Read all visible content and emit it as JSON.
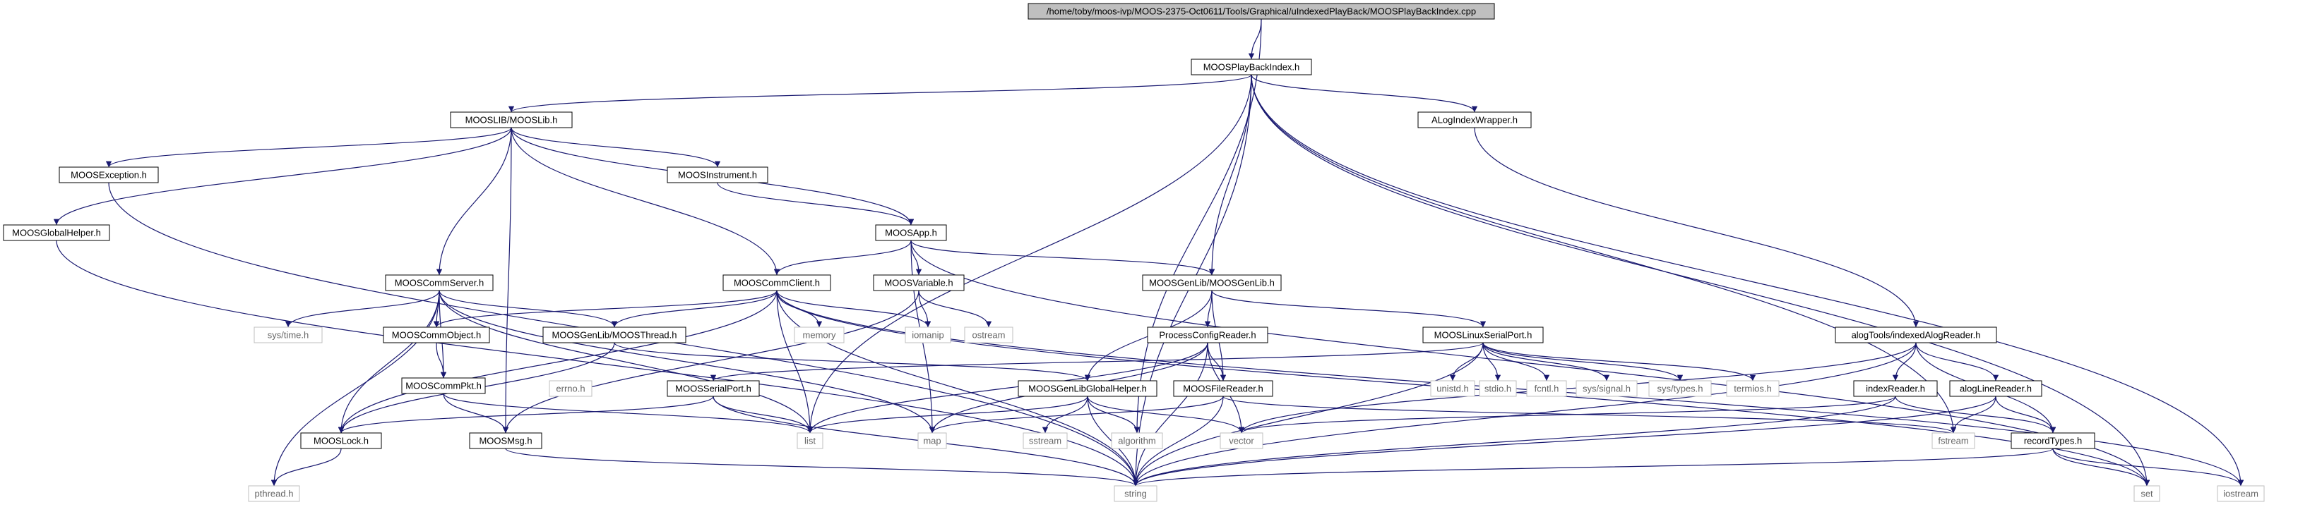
{
  "nodes": [
    {
      "id": "root",
      "label": "/home/toby/moos-ivp/MOOS-2375-Oct0611/Tools/Graphical/uIndexedPlayBack/MOOSPlayBackIndex.cpp",
      "style": "root"
    },
    {
      "id": "n1",
      "label": "MOOSPlayBackIndex.h",
      "style": "boxed"
    },
    {
      "id": "n2",
      "label": "MOOSLIB/MOOSLib.h",
      "style": "boxed"
    },
    {
      "id": "n3",
      "label": "ALogIndexWrapper.h",
      "style": "boxed"
    },
    {
      "id": "n4",
      "label": "MOOSException.h",
      "style": "boxed"
    },
    {
      "id": "n5",
      "label": "MOOSInstrument.h",
      "style": "boxed"
    },
    {
      "id": "n6",
      "label": "MOOSGlobalHelper.h",
      "style": "boxed"
    },
    {
      "id": "n7",
      "label": "MOOSApp.h",
      "style": "boxed"
    },
    {
      "id": "n8",
      "label": "MOOSCommServer.h",
      "style": "boxed"
    },
    {
      "id": "n9",
      "label": "MOOSCommClient.h",
      "style": "boxed"
    },
    {
      "id": "n10",
      "label": "MOOSVariable.h",
      "style": "boxed"
    },
    {
      "id": "n11",
      "label": "MOOSGenLib/MOOSGenLib.h",
      "style": "boxed"
    },
    {
      "id": "n12",
      "label": "sys/time.h",
      "style": "system"
    },
    {
      "id": "n13",
      "label": "MOOSCommObject.h",
      "style": "boxed"
    },
    {
      "id": "n14",
      "label": "MOOSGenLib/MOOSThread.h",
      "style": "boxed"
    },
    {
      "id": "n15",
      "label": "memory",
      "style": "system"
    },
    {
      "id": "n16",
      "label": "iomanip",
      "style": "system"
    },
    {
      "id": "n17",
      "label": "ostream",
      "style": "system"
    },
    {
      "id": "n18",
      "label": "ProcessConfigReader.h",
      "style": "boxed"
    },
    {
      "id": "n19",
      "label": "MOOSLinuxSerialPort.h",
      "style": "boxed"
    },
    {
      "id": "n20",
      "label": "alogTools/indexedAlogReader.h",
      "style": "boxed"
    },
    {
      "id": "n21",
      "label": "MOOSCommPkt.h",
      "style": "boxed"
    },
    {
      "id": "n22",
      "label": "errno.h",
      "style": "system"
    },
    {
      "id": "n23",
      "label": "MOOSSerialPort.h",
      "style": "boxed"
    },
    {
      "id": "n24",
      "label": "MOOSGenLibGlobalHelper.h",
      "style": "boxed"
    },
    {
      "id": "n25",
      "label": "MOOSFileReader.h",
      "style": "boxed"
    },
    {
      "id": "n26",
      "label": "unistd.h",
      "style": "system"
    },
    {
      "id": "n27",
      "label": "stdio.h",
      "style": "system"
    },
    {
      "id": "n28",
      "label": "fcntl.h",
      "style": "system"
    },
    {
      "id": "n29",
      "label": "sys/signal.h",
      "style": "system"
    },
    {
      "id": "n30",
      "label": "sys/types.h",
      "style": "system"
    },
    {
      "id": "n31",
      "label": "termios.h",
      "style": "system"
    },
    {
      "id": "n32",
      "label": "indexReader.h",
      "style": "boxed"
    },
    {
      "id": "n33",
      "label": "alogLineReader.h",
      "style": "boxed"
    },
    {
      "id": "n34",
      "label": "MOOSLock.h",
      "style": "boxed"
    },
    {
      "id": "n35",
      "label": "MOOSMsg.h",
      "style": "boxed"
    },
    {
      "id": "n36",
      "label": "list",
      "style": "system"
    },
    {
      "id": "n37",
      "label": "map",
      "style": "system"
    },
    {
      "id": "n38",
      "label": "sstream",
      "style": "system"
    },
    {
      "id": "n39",
      "label": "algorithm",
      "style": "system"
    },
    {
      "id": "n40",
      "label": "vector",
      "style": "system"
    },
    {
      "id": "n41",
      "label": "fstream",
      "style": "system"
    },
    {
      "id": "n42",
      "label": "recordTypes.h",
      "style": "boxed"
    },
    {
      "id": "n43",
      "label": "pthread.h",
      "style": "system"
    },
    {
      "id": "n44",
      "label": "string",
      "style": "system"
    },
    {
      "id": "n45",
      "label": "set",
      "style": "system"
    },
    {
      "id": "n46",
      "label": "iostream",
      "style": "system"
    }
  ],
  "edges": [
    [
      "root",
      "n1"
    ],
    [
      "root",
      "n39"
    ],
    [
      "n1",
      "n2"
    ],
    [
      "n1",
      "n3"
    ],
    [
      "n1",
      "n11"
    ],
    [
      "n1",
      "n36"
    ],
    [
      "n1",
      "n44"
    ],
    [
      "n1",
      "n41"
    ],
    [
      "n1",
      "n45"
    ],
    [
      "n1",
      "n46"
    ],
    [
      "n2",
      "n4"
    ],
    [
      "n2",
      "n5"
    ],
    [
      "n2",
      "n6"
    ],
    [
      "n2",
      "n7"
    ],
    [
      "n2",
      "n8"
    ],
    [
      "n2",
      "n9"
    ],
    [
      "n2",
      "n35"
    ],
    [
      "n3",
      "n20"
    ],
    [
      "n4",
      "n44"
    ],
    [
      "n5",
      "n7"
    ],
    [
      "n6",
      "n44"
    ],
    [
      "n7",
      "n9"
    ],
    [
      "n7",
      "n10"
    ],
    [
      "n7",
      "n11"
    ],
    [
      "n7",
      "n45"
    ],
    [
      "n7",
      "n37"
    ],
    [
      "n8",
      "n12"
    ],
    [
      "n8",
      "n13"
    ],
    [
      "n8",
      "n14"
    ],
    [
      "n8",
      "n21"
    ],
    [
      "n8",
      "n34"
    ],
    [
      "n8",
      "n36"
    ],
    [
      "n8",
      "n37"
    ],
    [
      "n8",
      "n43"
    ],
    [
      "n9",
      "n13"
    ],
    [
      "n9",
      "n14"
    ],
    [
      "n9",
      "n15"
    ],
    [
      "n9",
      "n16"
    ],
    [
      "n9",
      "n34"
    ],
    [
      "n9",
      "n44"
    ],
    [
      "n9",
      "n36"
    ],
    [
      "n9",
      "n45"
    ],
    [
      "n9",
      "n46"
    ],
    [
      "n10",
      "n16"
    ],
    [
      "n10",
      "n17"
    ],
    [
      "n10",
      "n35"
    ],
    [
      "n11",
      "n18"
    ],
    [
      "n11",
      "n19"
    ],
    [
      "n11",
      "n24"
    ],
    [
      "n11",
      "n25"
    ],
    [
      "n13",
      "n21"
    ],
    [
      "n14",
      "n24"
    ],
    [
      "n14",
      "n34"
    ],
    [
      "n18",
      "n25"
    ],
    [
      "n18",
      "n36"
    ],
    [
      "n18",
      "n40"
    ],
    [
      "n18",
      "n44"
    ],
    [
      "n18",
      "n37"
    ],
    [
      "n19",
      "n23"
    ],
    [
      "n19",
      "n26"
    ],
    [
      "n19",
      "n27"
    ],
    [
      "n19",
      "n28"
    ],
    [
      "n19",
      "n29"
    ],
    [
      "n19",
      "n30"
    ],
    [
      "n19",
      "n31"
    ],
    [
      "n19",
      "n44"
    ],
    [
      "n20",
      "n32"
    ],
    [
      "n20",
      "n33"
    ],
    [
      "n20",
      "n42"
    ],
    [
      "n20",
      "n40"
    ],
    [
      "n20",
      "n44"
    ],
    [
      "n21",
      "n35"
    ],
    [
      "n21",
      "n36"
    ],
    [
      "n23",
      "n34"
    ],
    [
      "n23",
      "n36"
    ],
    [
      "n23",
      "n44"
    ],
    [
      "n24",
      "n36"
    ],
    [
      "n24",
      "n38"
    ],
    [
      "n24",
      "n39"
    ],
    [
      "n24",
      "n40"
    ],
    [
      "n24",
      "n44"
    ],
    [
      "n25",
      "n37"
    ],
    [
      "n25",
      "n44"
    ],
    [
      "n25",
      "n41"
    ],
    [
      "n32",
      "n40"
    ],
    [
      "n32",
      "n42"
    ],
    [
      "n32",
      "n44"
    ],
    [
      "n33",
      "n41"
    ],
    [
      "n33",
      "n42"
    ],
    [
      "n33",
      "n44"
    ],
    [
      "n34",
      "n43"
    ],
    [
      "n35",
      "n44"
    ],
    [
      "n42",
      "n44"
    ],
    [
      "n42",
      "n45"
    ],
    [
      "n42",
      "n46"
    ]
  ],
  "colors": {
    "edge": "#191970",
    "box_border": "#000000",
    "root_fill": "#bfbfbf",
    "system_text": "#666666",
    "system_border": "#bfbfbf",
    "text": "#000000"
  }
}
